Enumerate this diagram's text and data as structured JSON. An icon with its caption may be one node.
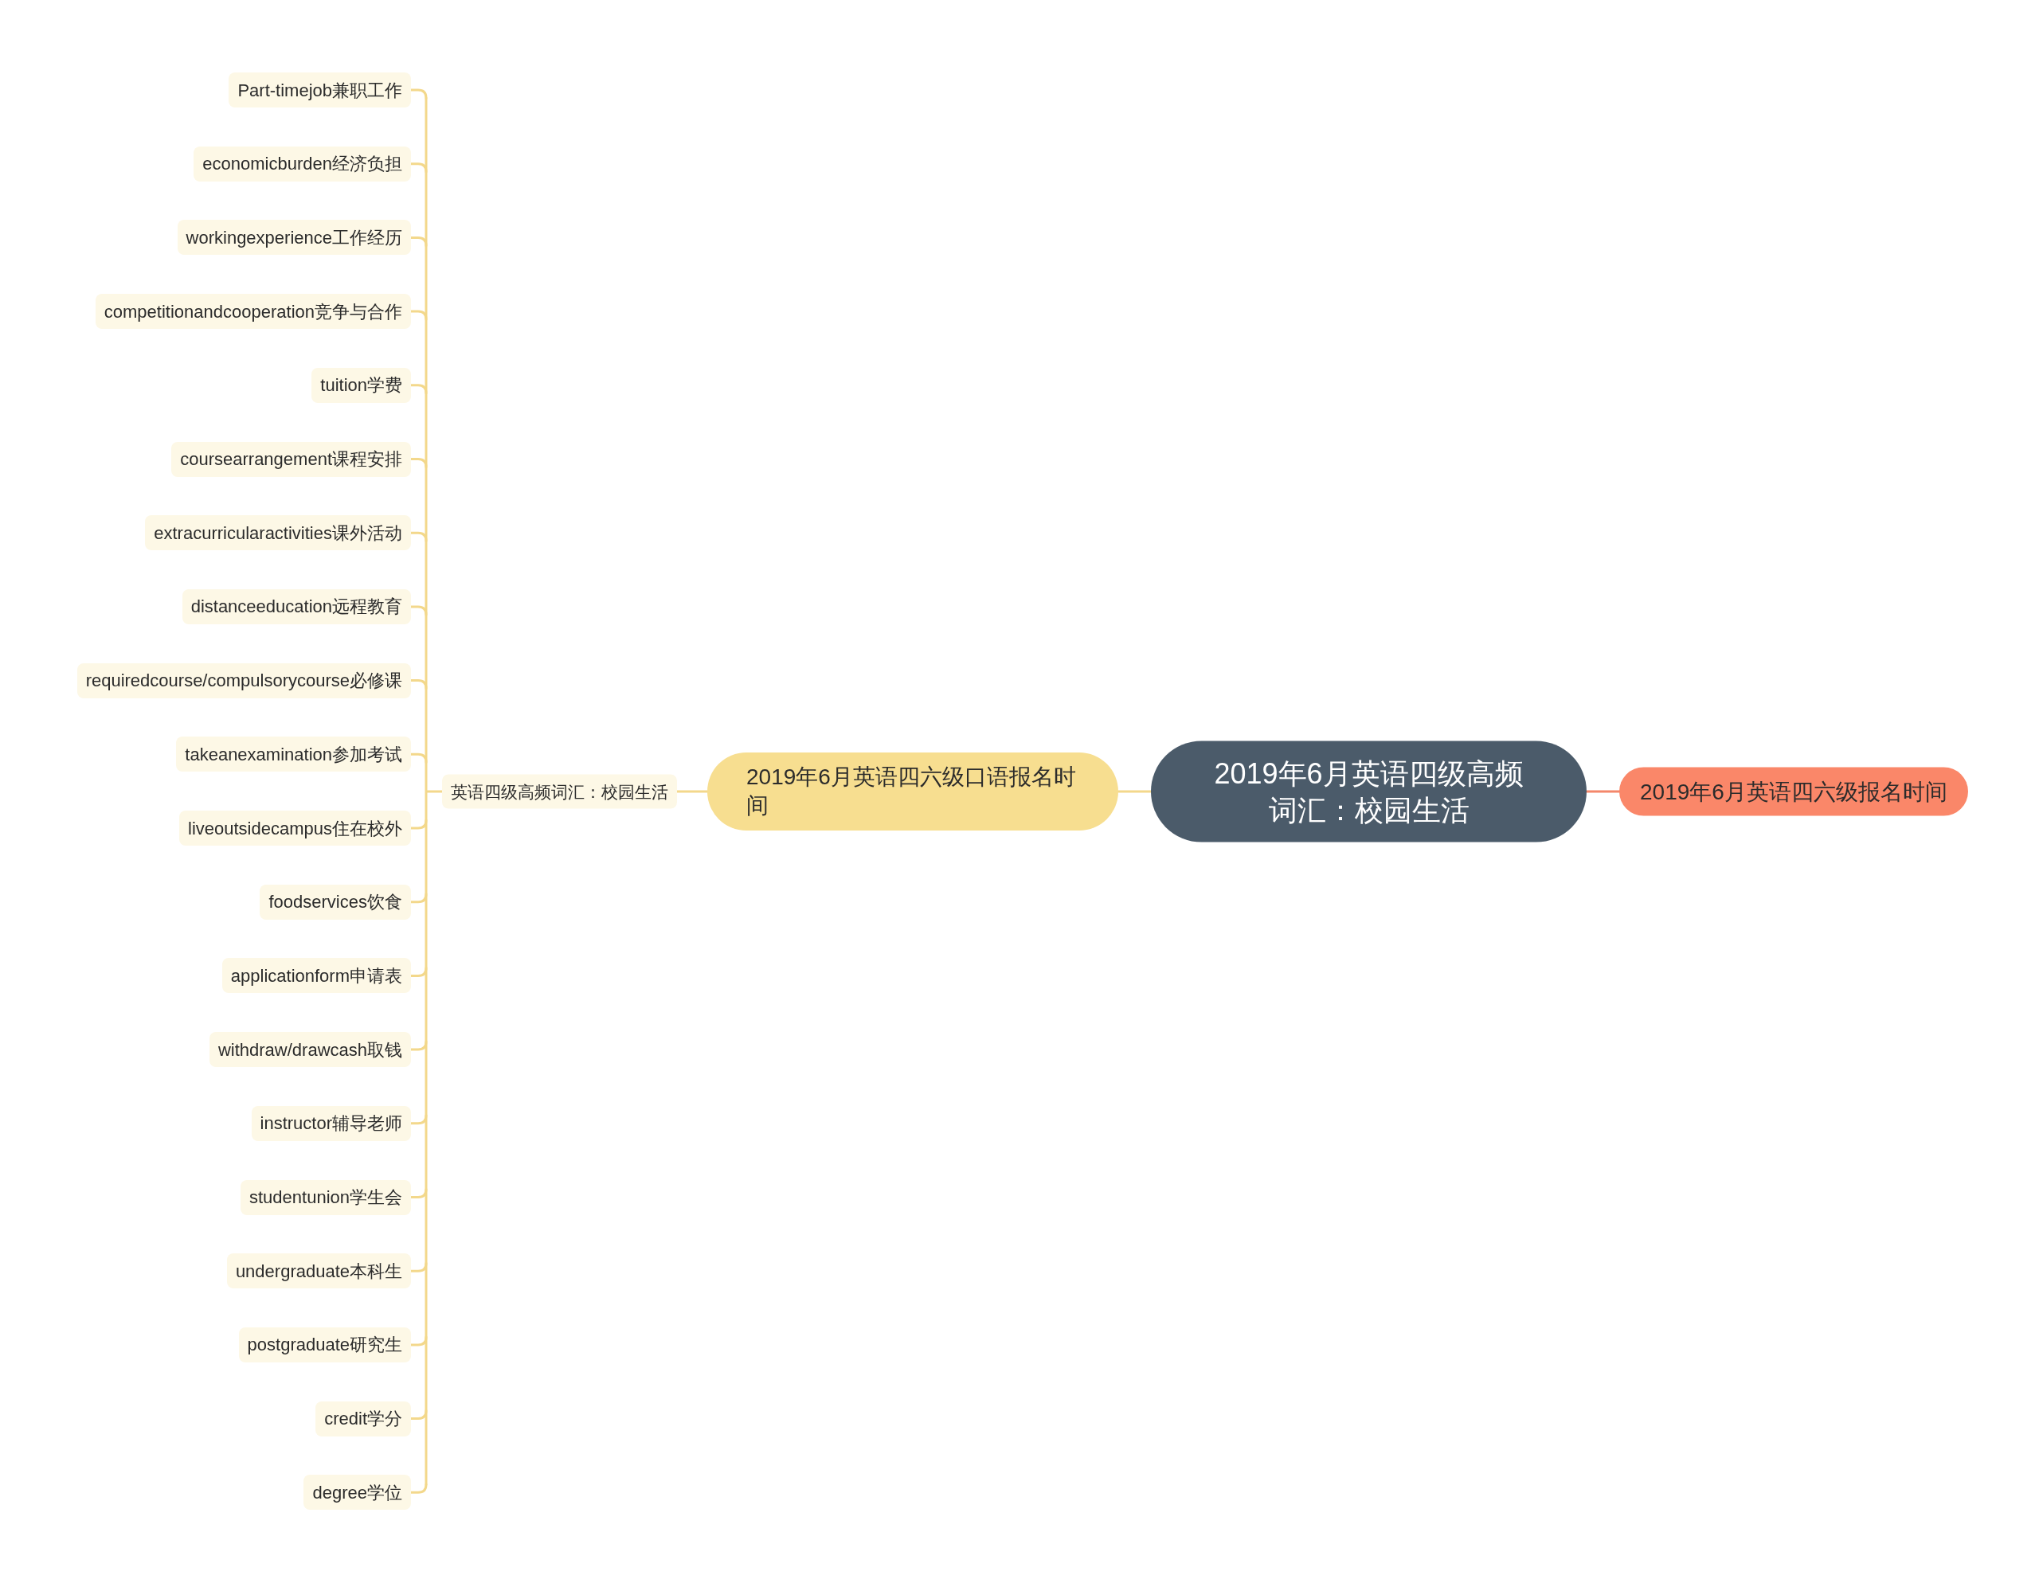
{
  "diagram": {
    "nodes": [
      {
        "text": [
          "2019年6月英语四级高频词汇：校园生活"
        ]
      },
      {
        "text": [
          "2019年6月英语四六级报名时间"
        ]
      },
      {
        "text": [
          "2019年6月英语四六级口语报名时间"
        ]
      },
      {
        "text": [
          "英语四级高频词汇：校园生活"
        ]
      },
      {
        "text": [
          "Part-timejob兼职工作"
        ]
      },
      {
        "text": [
          "economicburden经济负担"
        ]
      },
      {
        "text": [
          "workingexperience工作经历"
        ]
      },
      {
        "text": [
          "competitionandcooperation竞争与合作"
        ]
      },
      {
        "text": [
          "tuition学费"
        ]
      },
      {
        "text": [
          "coursearrangement课程安排"
        ]
      },
      {
        "text": [
          "extracurricularactivities课外活动"
        ]
      },
      {
        "text": [
          "distanceeducation远程教育"
        ]
      },
      {
        "text": [
          "requiredcourse/compulsorycourse必修课"
        ]
      },
      {
        "text": [
          "takeanexamination参加考试"
        ]
      },
      {
        "text": [
          "liveoutsidecampus住在校外"
        ]
      },
      {
        "text": [
          "foodservices饮食"
        ]
      },
      {
        "text": [
          "applicationform申请表"
        ]
      },
      {
        "text": [
          "withdraw/drawcash取钱"
        ]
      },
      {
        "text": [
          "instructor辅导老师"
        ]
      },
      {
        "text": [
          "studentunion学生会"
        ]
      },
      {
        "text": [
          "undergraduate本科生"
        ]
      },
      {
        "text": [
          "postgraduate研究生"
        ]
      },
      {
        "text": [
          "credit学分"
        ]
      },
      {
        "text": [
          "degree学位"
        ]
      }
    ],
    "edges": [
      {
        "from": 0,
        "to": 1,
        "arrow": "none",
        "color": "#f4876b"
      },
      {
        "from": 0,
        "to": 2,
        "arrow": "none"
      },
      {
        "from": 2,
        "to": 3,
        "arrow": "none"
      },
      {
        "from": 3,
        "to": 4,
        "arrow": "none"
      },
      {
        "from": 3,
        "to": 5,
        "arrow": "none"
      },
      {
        "from": 3,
        "to": 6,
        "arrow": "none"
      },
      {
        "from": 3,
        "to": 7,
        "arrow": "none"
      },
      {
        "from": 3,
        "to": 8,
        "arrow": "none"
      },
      {
        "from": 3,
        "to": 9,
        "arrow": "none"
      },
      {
        "from": 3,
        "to": 10,
        "arrow": "none"
      },
      {
        "from": 3,
        "to": 11,
        "arrow": "none"
      },
      {
        "from": 3,
        "to": 12,
        "arrow": "none"
      },
      {
        "from": 3,
        "to": 13,
        "arrow": "none"
      },
      {
        "from": 3,
        "to": 14,
        "arrow": "none"
      },
      {
        "from": 3,
        "to": 15,
        "arrow": "none"
      },
      {
        "from": 3,
        "to": 16,
        "arrow": "none"
      },
      {
        "from": 3,
        "to": 17,
        "arrow": "none"
      },
      {
        "from": 3,
        "to": 18,
        "arrow": "none"
      },
      {
        "from": 3,
        "to": 19,
        "arrow": "none"
      },
      {
        "from": 3,
        "to": 20,
        "arrow": "none"
      },
      {
        "from": 3,
        "to": 21,
        "arrow": "none"
      },
      {
        "from": 3,
        "to": 22,
        "arrow": "none"
      },
      {
        "from": 3,
        "to": 23,
        "arrow": "none"
      }
    ]
  }
}
